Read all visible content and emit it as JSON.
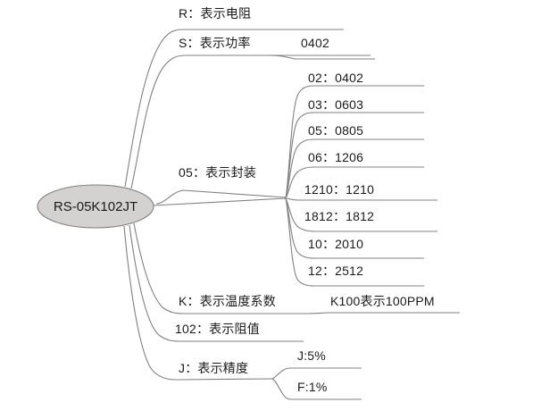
{
  "diagram": {
    "type": "mind-map",
    "title_node": "RS-05K102JT",
    "colors": {
      "root_fill": "#d4d2d0",
      "line": "#808080",
      "text": "#1a1a1a",
      "background": "#ffffff"
    }
  },
  "root": {
    "label": "RS-05K102JT"
  },
  "branches": [
    {
      "id": "r",
      "label": "R：表示电阻",
      "children": []
    },
    {
      "id": "s",
      "label": "S：表示功率",
      "children": [
        {
          "id": "s-0402",
          "label": "0402"
        }
      ]
    },
    {
      "id": "pkg",
      "label": "05：表示封装",
      "children": [
        {
          "id": "pkg-02",
          "label": "02：0402"
        },
        {
          "id": "pkg-03",
          "label": "03：0603"
        },
        {
          "id": "pkg-05",
          "label": "05：0805"
        },
        {
          "id": "pkg-06",
          "label": "06：1206"
        },
        {
          "id": "pkg-1210",
          "label": "1210：1210"
        },
        {
          "id": "pkg-1812",
          "label": "1812：1812"
        },
        {
          "id": "pkg-10",
          "label": "10：2010"
        },
        {
          "id": "pkg-12",
          "label": "12：2512"
        }
      ]
    },
    {
      "id": "k",
      "label": "K：表示温度系数",
      "children": [
        {
          "id": "k-100",
          "label": "K100表示100PPM"
        }
      ]
    },
    {
      "id": "res",
      "label": "102：表示阻值",
      "children": []
    },
    {
      "id": "j",
      "label": "J：表示精度",
      "children": [
        {
          "id": "j-5",
          "label": "J:5%"
        },
        {
          "id": "j-f1",
          "label": "F:1%"
        }
      ]
    }
  ]
}
